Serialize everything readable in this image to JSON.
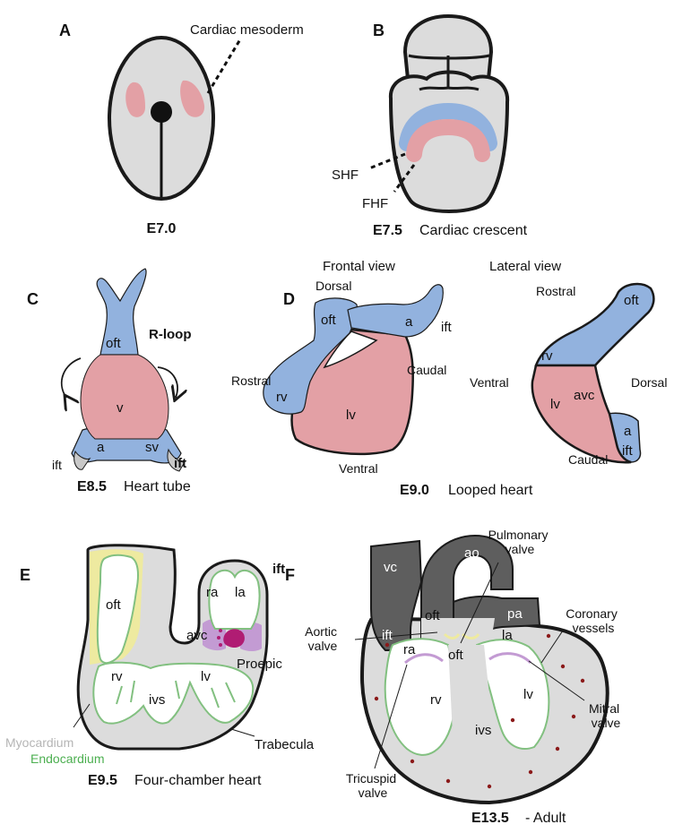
{
  "colors": {
    "embryo_fill": "#dcdcdc",
    "outline": "#1a1a1a",
    "pink": "#e3a0a5",
    "blue": "#92b2de",
    "yellow": "#eeeaa0",
    "purple": "#c39bd3",
    "magenta": "#b01c73",
    "dark_gray": "#5e5e5e",
    "green": "#82c080",
    "red_dot": "#8b1a1a",
    "myocardium_text": "#b5b5b5",
    "endocardium_text": "#4caf50"
  },
  "panels": {
    "A": {
      "letter": "A",
      "label_cardiac_mesoderm": "Cardiac mesoderm",
      "stage": "E7.0"
    },
    "B": {
      "letter": "B",
      "label_shf": "SHF",
      "label_fhf": "FHF",
      "stage": "E7.5",
      "caption": "Cardiac crescent"
    },
    "C": {
      "letter": "C",
      "label_oft": "oft",
      "label_rloop": "R-loop",
      "label_v": "v",
      "label_a": "a",
      "label_sv": "sv",
      "label_ift_left": "ift",
      "label_ift_right": "ift",
      "stage": "E8.5",
      "caption": "Heart tube"
    },
    "D": {
      "letter": "D",
      "frontal_title": "Frontal view",
      "lateral_title": "Lateral view",
      "frontal": {
        "dorsal": "Dorsal",
        "oft": "oft",
        "a": "a",
        "ift": "ift",
        "rostral": "Rostral",
        "caudal": "Caudal",
        "rv": "rv",
        "lv": "lv",
        "ventral": "Ventral"
      },
      "lateral": {
        "rostral": "Rostral",
        "oft": "oft",
        "rv": "rv",
        "ventral": "Ventral",
        "lv": "lv",
        "avc": "avc",
        "dorsal": "Dorsal",
        "a": "a",
        "ift": "ift",
        "caudal": "Caudal"
      },
      "stage": "E9.0",
      "caption": "Looped heart"
    },
    "E": {
      "letter": "E",
      "oft": "oft",
      "ra": "ra",
      "la": "la",
      "ift": "ift",
      "avc": "avc",
      "proepic": "Proepic",
      "rv": "rv",
      "lv": "lv",
      "ivs": "ivs",
      "trabecula": "Trabecula",
      "myocardium": "Myocardium",
      "endocardium": "Endocardium",
      "stage": "E9.5",
      "caption": "Four-chamber heart"
    },
    "F": {
      "letter": "F",
      "pulmonary_valve": [
        "Pulmonary",
        "valve"
      ],
      "vc": "vc",
      "ao": "ao",
      "pa": "pa",
      "oft_top": "oft",
      "oft_mid": "oft",
      "ift": "ift",
      "aortic_valve": [
        "Aortic",
        "valve"
      ],
      "ra": "ra",
      "la": "la",
      "coronary_vessels": [
        "Coronary",
        "vessels"
      ],
      "lv": "lv",
      "rv": "rv",
      "ivs": "ivs",
      "mitral_valve": [
        "Mitral",
        "valve"
      ],
      "tricuspid_valve": [
        "Tricuspid",
        "valve"
      ],
      "stage": "E13.5",
      "caption": "- Adult"
    }
  }
}
